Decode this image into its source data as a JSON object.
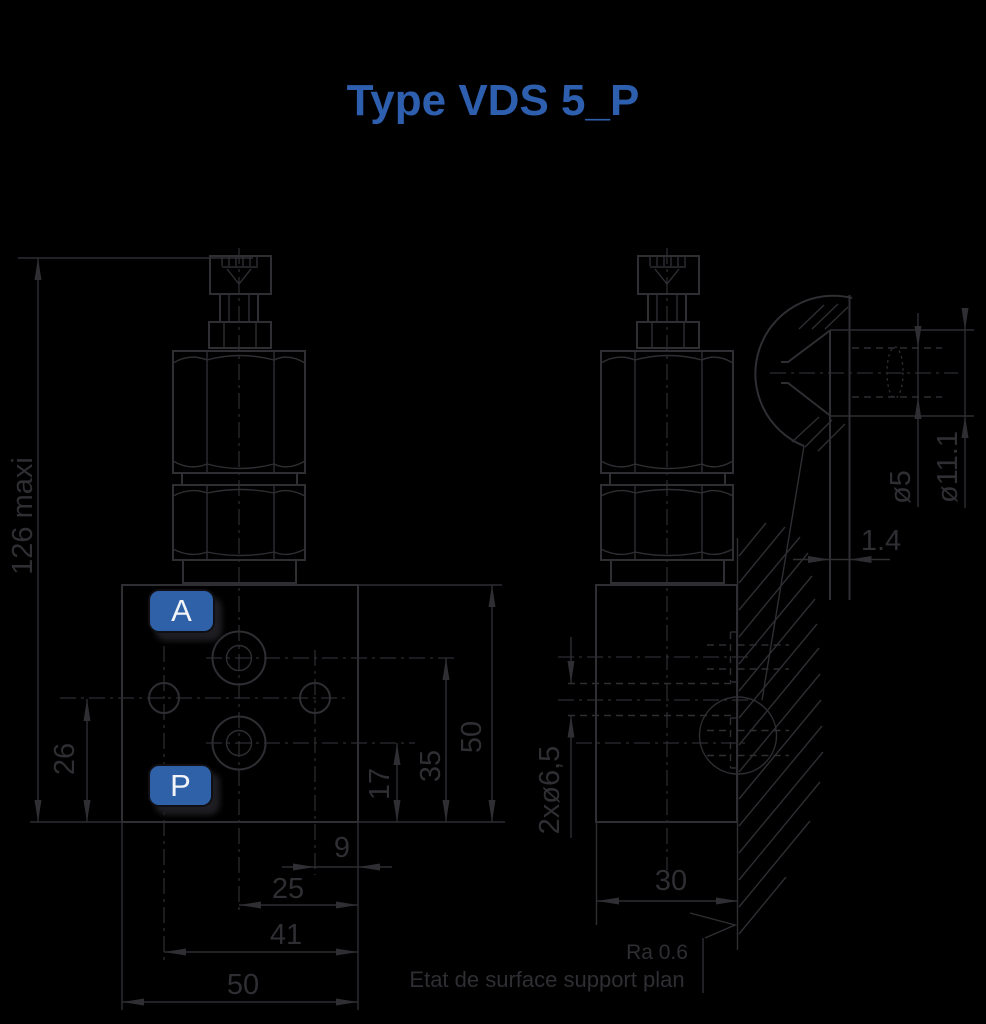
{
  "title": "Type VDS 5_P",
  "colors": {
    "background": "#000000",
    "line": "#2e2e33",
    "title_blue": "#2e5fae",
    "button_blue": "#2f61a8",
    "button_text": "#f2f4f8"
  },
  "buttons": {
    "port_a": "A",
    "port_p": "P"
  },
  "front_view": {
    "dim_overall_height": "126 maxi",
    "dim_hole_offset": "26",
    "dim_port_p_height": "17",
    "dim_port_a_height": "35",
    "dim_block_height": "50",
    "dim_edge_offset": "9",
    "dim_port_offset": "25",
    "dim_hole_span": "41",
    "dim_block_width": "50"
  },
  "side_view": {
    "dim_block_depth": "30",
    "dim_mounting_holes": "2xø6,5"
  },
  "detail_view": {
    "dim_port_bore": "ø5",
    "dim_counterbore": "ø11.1",
    "dim_counterbore_depth": "1.4"
  },
  "surface_finish": {
    "roughness": "Ra 0.6",
    "note": "Etat de surface support plan"
  }
}
